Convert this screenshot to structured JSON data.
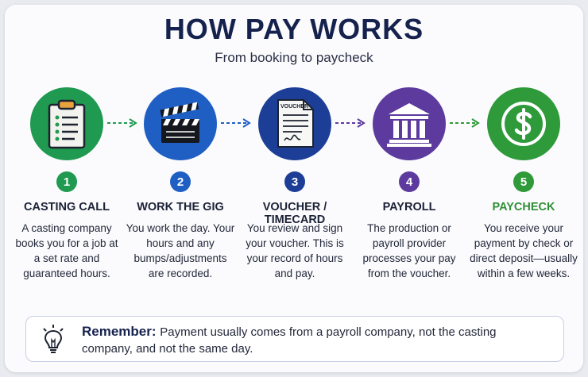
{
  "header": {
    "title": "HOW PAY WORKS",
    "subtitle": "From booking to paycheck"
  },
  "steps": [
    {
      "number": "1",
      "title": "CASTING CALL",
      "description": "A casting company books you for a job at a set rate and guaranteed hours.",
      "icon": "clipboard-icon",
      "color": "#1f9a50"
    },
    {
      "number": "2",
      "title": "WORK THE GIG",
      "description": "You work the day. Your hours and any bumps/adjustments are recorded.",
      "icon": "clapperboard-icon",
      "color": "#1f5fc4"
    },
    {
      "number": "3",
      "title": "VOUCHER / TIMECARD",
      "description": "You review and sign your voucher. This is your record of hours and pay.",
      "icon": "voucher-document-icon",
      "color": "#1d3e96",
      "icon_text": "VOUCHER"
    },
    {
      "number": "4",
      "title": "PAYROLL",
      "description": "The production or payroll provider processes your pay from the voucher.",
      "icon": "bank-building-icon",
      "color": "#5c3a9e"
    },
    {
      "number": "5",
      "title": "PAYCHECK",
      "description": "You receive your payment by check or direct deposit—usually within a few weeks.",
      "icon": "dollar-coin-icon",
      "color": "#2f9a3a"
    }
  ],
  "note": {
    "heading": "Remember:",
    "text": "Payment usually comes from a payroll company, not the casting company, and not the same day.",
    "icon": "lightbulb-icon"
  }
}
